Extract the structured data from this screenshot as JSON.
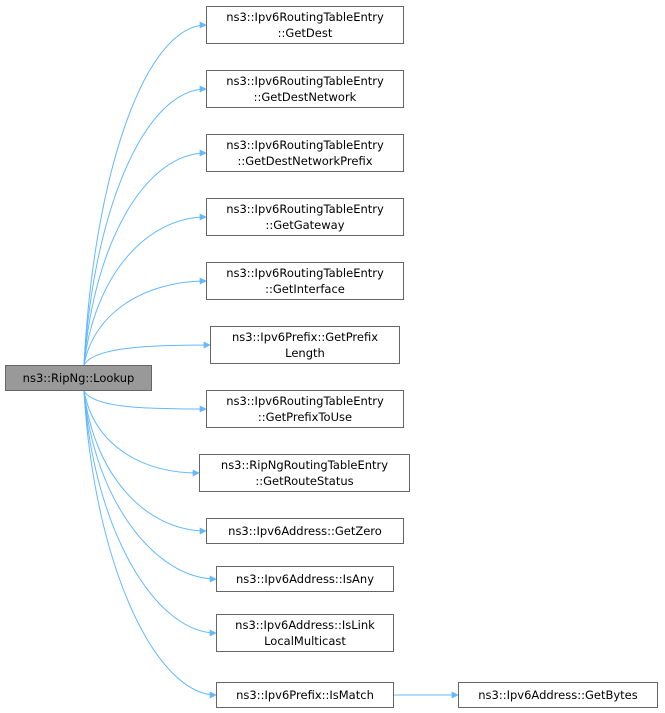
{
  "graph": {
    "root": {
      "id": "root",
      "lines": [
        "ns3::RipNg::Lookup"
      ]
    },
    "nodes": [
      {
        "id": "get-dest",
        "lines": [
          "ns3::Ipv6RoutingTableEntry",
          "::GetDest"
        ]
      },
      {
        "id": "get-dest-network",
        "lines": [
          "ns3::Ipv6RoutingTableEntry",
          "::GetDestNetwork"
        ]
      },
      {
        "id": "get-dest-network-prefix",
        "lines": [
          "ns3::Ipv6RoutingTableEntry",
          "::GetDestNetworkPrefix"
        ]
      },
      {
        "id": "get-gateway",
        "lines": [
          "ns3::Ipv6RoutingTableEntry",
          "::GetGateway"
        ]
      },
      {
        "id": "get-interface",
        "lines": [
          "ns3::Ipv6RoutingTableEntry",
          "::GetInterface"
        ]
      },
      {
        "id": "get-prefix-length",
        "lines": [
          "ns3::Ipv6Prefix::GetPrefix",
          "Length"
        ]
      },
      {
        "id": "get-prefix-to-use",
        "lines": [
          "ns3::Ipv6RoutingTableEntry",
          "::GetPrefixToUse"
        ]
      },
      {
        "id": "get-route-status",
        "lines": [
          "ns3::RipNgRoutingTableEntry",
          "::GetRouteStatus"
        ]
      },
      {
        "id": "get-zero",
        "lines": [
          "ns3::Ipv6Address::GetZero"
        ]
      },
      {
        "id": "is-any",
        "lines": [
          "ns3::Ipv6Address::IsAny"
        ]
      },
      {
        "id": "is-link-local-multicast",
        "lines": [
          "ns3::Ipv6Address::IsLink",
          "LocalMulticast"
        ]
      },
      {
        "id": "is-match",
        "lines": [
          "ns3::Ipv6Prefix::IsMatch"
        ]
      },
      {
        "id": "get-bytes",
        "lines": [
          "ns3::Ipv6Address::GetBytes"
        ]
      }
    ],
    "edges": [
      {
        "from": "root",
        "to": "get-dest"
      },
      {
        "from": "root",
        "to": "get-dest-network"
      },
      {
        "from": "root",
        "to": "get-dest-network-prefix"
      },
      {
        "from": "root",
        "to": "get-gateway"
      },
      {
        "from": "root",
        "to": "get-interface"
      },
      {
        "from": "root",
        "to": "get-prefix-length"
      },
      {
        "from": "root",
        "to": "get-prefix-to-use"
      },
      {
        "from": "root",
        "to": "get-route-status"
      },
      {
        "from": "root",
        "to": "get-zero"
      },
      {
        "from": "root",
        "to": "is-any"
      },
      {
        "from": "root",
        "to": "is-link-local-multicast"
      },
      {
        "from": "root",
        "to": "is-match"
      },
      {
        "from": "is-match",
        "to": "get-bytes"
      }
    ],
    "colors": {
      "edge": "#63b8ff",
      "box_border": "#666666",
      "root_fill": "#999999",
      "box_fill": "#ffffff"
    }
  }
}
